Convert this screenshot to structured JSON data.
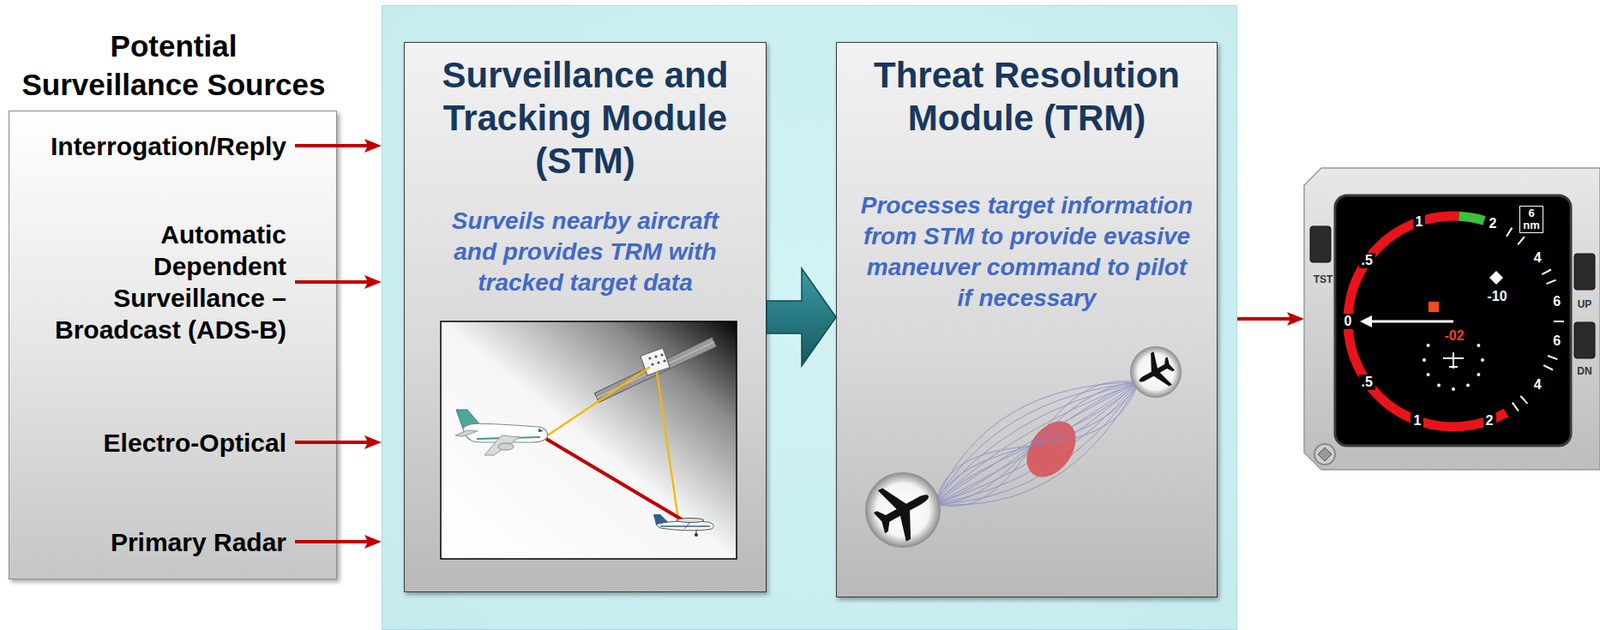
{
  "diagram": {
    "nodes": [
      {
        "text": [
          "Potential Surveillance Sources"
        ]
      },
      {
        "text": [
          "Interrogation/Reply"
        ],
        "in": 0
      },
      {
        "text": [
          "Automatic Dependent Surveillance – Broadcast (ADS-B)"
        ],
        "in": 0
      },
      {
        "text": [
          "Electro-Optical"
        ],
        "in": 0
      },
      {
        "text": [
          "Primary Radar"
        ],
        "in": 0
      },
      {
        "text": []
      },
      {
        "text": [
          "Surveillance and Tracking Module (STM)",
          "Surveils nearby aircraft and provides TRM with tracked target data"
        ],
        "in": 5
      },
      {
        "text": [
          "Threat Resolution Module (TRM)",
          "Processes target information from STM to provide evasive maneuver command to pilot if necessary"
        ],
        "in": 5
      },
      {
        "text": [
          "TST",
          "1",
          "2",
          "6 nm",
          ".5",
          "4",
          "-10",
          "UP",
          "6",
          "0",
          "-02",
          "6",
          "DN",
          ".5",
          "4",
          "1",
          "2"
        ]
      }
    ],
    "edges": [
      {
        "from": 1,
        "to": 5,
        "arrow": "to"
      },
      {
        "from": 2,
        "to": 5,
        "arrow": "to"
      },
      {
        "from": 3,
        "to": 5,
        "arrow": "to"
      },
      {
        "from": 4,
        "to": 5,
        "arrow": "to"
      },
      {
        "from": 6,
        "to": 7,
        "arrow": "to"
      },
      {
        "from": 5,
        "to": 8,
        "arrow": "to"
      }
    ]
  }
}
